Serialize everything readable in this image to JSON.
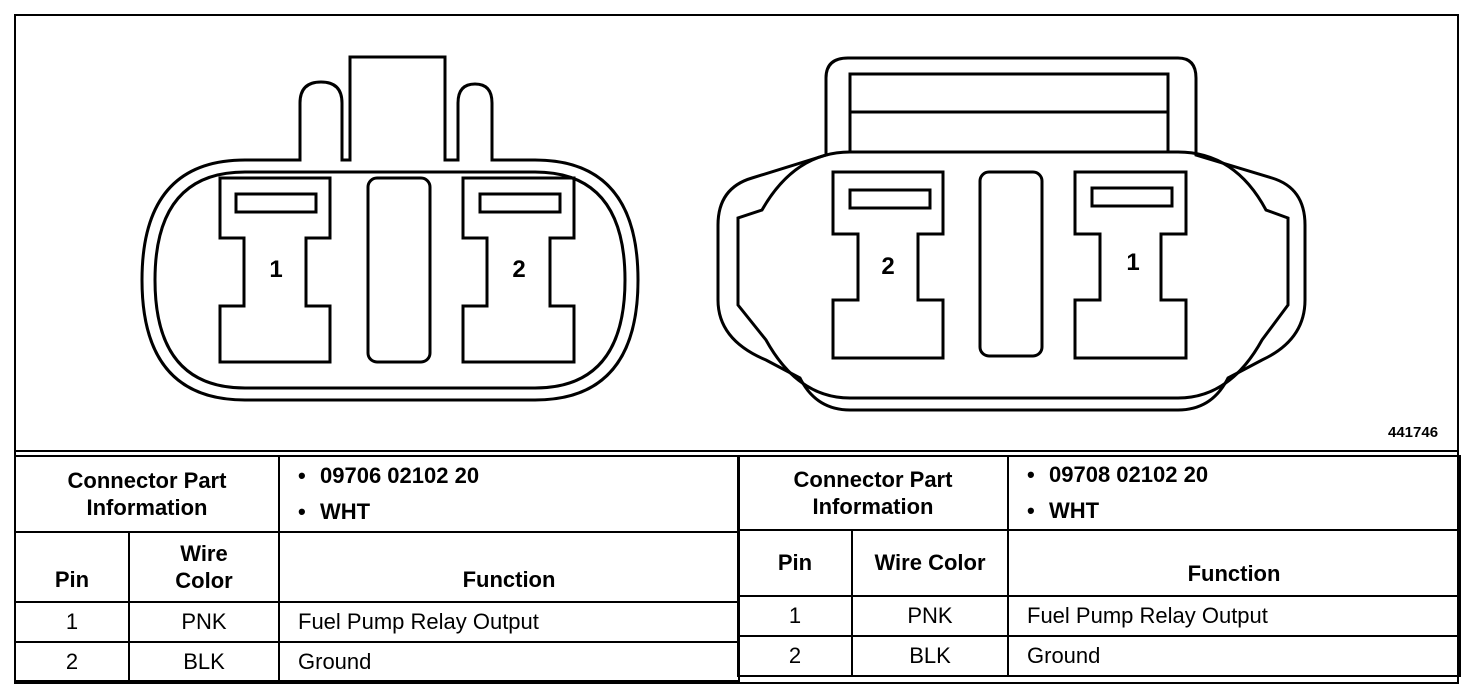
{
  "figure_id": "441746",
  "connectors": [
    {
      "pins_drawing": [
        "1",
        "2"
      ],
      "part_info_label": [
        "Connector Part",
        "Information"
      ],
      "part_info": [
        "09706 02102 20",
        "WHT"
      ],
      "columns": {
        "pin": "Pin",
        "wire_color": [
          "Wire",
          "Color"
        ],
        "function": "Function"
      },
      "rows": [
        {
          "pin": "1",
          "wire_color": "PNK",
          "function": "Fuel Pump Relay Output"
        },
        {
          "pin": "2",
          "wire_color": "BLK",
          "function": "Ground"
        }
      ]
    },
    {
      "pins_drawing": [
        "2",
        "1"
      ],
      "part_info_label": [
        "Connector Part",
        "Information"
      ],
      "part_info": [
        "09708 02102 20",
        "WHT"
      ],
      "columns": {
        "pin": "Pin",
        "wire_color": "Wire Color",
        "function": "Function"
      },
      "rows": [
        {
          "pin": "1",
          "wire_color": "PNK",
          "function": "Fuel Pump Relay Output"
        },
        {
          "pin": "2",
          "wire_color": "BLK",
          "function": "Ground"
        }
      ]
    }
  ],
  "bullet": "•"
}
